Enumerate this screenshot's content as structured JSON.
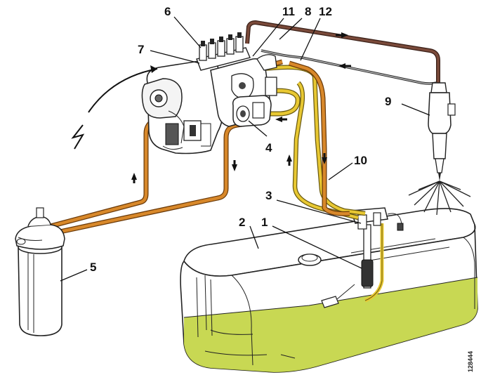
{
  "colors": {
    "fuel_supply": "#d8882a",
    "fuel_supply_edge": "#6a3a0a",
    "return_line": "#e8c832",
    "return_line_edge": "#6a5a10",
    "injector_line": "#7a4a3a",
    "fuel_fill": "#c5d64a",
    "outline": "#222222"
  },
  "callouts": [
    {
      "id": "1",
      "label": "1"
    },
    {
      "id": "2",
      "label": "2"
    },
    {
      "id": "3",
      "label": "3"
    },
    {
      "id": "4",
      "label": "4"
    },
    {
      "id": "5",
      "label": "5"
    },
    {
      "id": "6",
      "label": "6"
    },
    {
      "id": "7",
      "label": "7"
    },
    {
      "id": "8",
      "label": "8"
    },
    {
      "id": "9",
      "label": "9"
    },
    {
      "id": "10",
      "label": "10"
    },
    {
      "id": "11",
      "label": "11"
    },
    {
      "id": "12",
      "label": "12"
    }
  ],
  "reference_code": "128444"
}
